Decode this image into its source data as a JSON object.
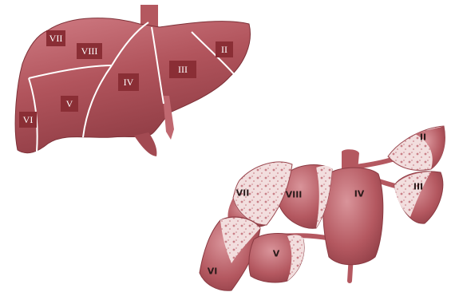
{
  "top_view": {
    "segments": [
      {
        "id": "seg-vii",
        "label": "VII"
      },
      {
        "id": "seg-viii",
        "label": "VIII"
      },
      {
        "id": "seg-ii",
        "label": "II"
      },
      {
        "id": "seg-iii",
        "label": "III"
      },
      {
        "id": "seg-iv",
        "label": "IV"
      },
      {
        "id": "seg-v",
        "label": "V"
      },
      {
        "id": "seg-vi",
        "label": "VI"
      }
    ]
  },
  "exploded_view": {
    "segments": [
      {
        "id": "seg-ii",
        "label": "II"
      },
      {
        "id": "seg-vii",
        "label": "VII"
      },
      {
        "id": "seg-viii",
        "label": "VIII"
      },
      {
        "id": "seg-iv",
        "label": "IV"
      },
      {
        "id": "seg-iii",
        "label": "III"
      },
      {
        "id": "seg-v",
        "label": "V"
      },
      {
        "id": "seg-vi",
        "label": "VI"
      }
    ]
  },
  "colors": {
    "liver": "#b1545c",
    "liver_light": "#cf8088",
    "liver_dark": "#8f3c44",
    "label_box": "#8a2e35",
    "cut_surface": "#f1dcdc",
    "background": "#ffffff"
  }
}
